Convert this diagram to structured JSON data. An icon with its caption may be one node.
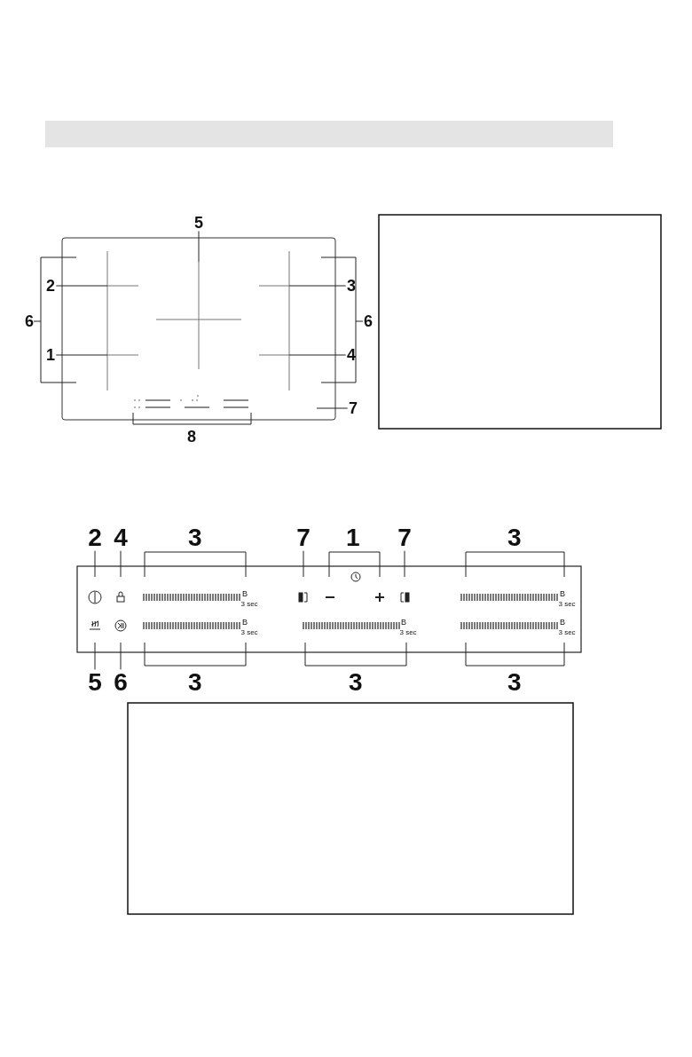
{
  "diagram": {
    "nodes": [
      {
        "text": [],
        "shape": "bar"
      },
      {
        "text": [
          "5"
        ]
      },
      {
        "text": [
          "2"
        ]
      },
      {
        "text": [
          "3"
        ]
      },
      {
        "text": [
          "1"
        ]
      },
      {
        "text": [
          "4"
        ]
      },
      {
        "text": [
          "7"
        ]
      },
      {
        "text": [
          "2"
        ]
      },
      {
        "text": [
          "4"
        ]
      },
      {
        "text": [
          "7"
        ]
      },
      {
        "text": [
          "7"
        ]
      },
      {
        "text": [
          "5"
        ]
      },
      {
        "text": [
          "6"
        ]
      }
    ],
    "edges": [
      {
        "from": 1,
        "to": null,
        "arrow": "none"
      },
      {
        "from": 2,
        "to": null,
        "arrow": "none"
      },
      {
        "from": 3,
        "to": null,
        "arrow": "none"
      },
      {
        "from": 4,
        "to": null,
        "arrow": "none"
      },
      {
        "from": 5,
        "to": null,
        "arrow": "none"
      },
      {
        "from": 6,
        "to": null,
        "arrow": "none"
      },
      {
        "from": 7,
        "to": null,
        "arrow": "none"
      },
      {
        "from": 8,
        "to": null,
        "arrow": "none"
      },
      {
        "from": 9,
        "to": null,
        "arrow": "none"
      },
      {
        "from": 10,
        "to": null,
        "arrow": "none"
      },
      {
        "from": 11,
        "to": null,
        "arrow": "none"
      },
      {
        "from": 12,
        "to": null,
        "arrow": "none"
      }
    ],
    "labels": [
      "6",
      "6",
      "8",
      "3",
      "1",
      "3",
      "B",
      "3 sec",
      "B",
      "3 sec",
      "B",
      "3 sec",
      "B",
      "3 sec",
      "B",
      "3 sec",
      "3",
      "3",
      "3"
    ]
  }
}
